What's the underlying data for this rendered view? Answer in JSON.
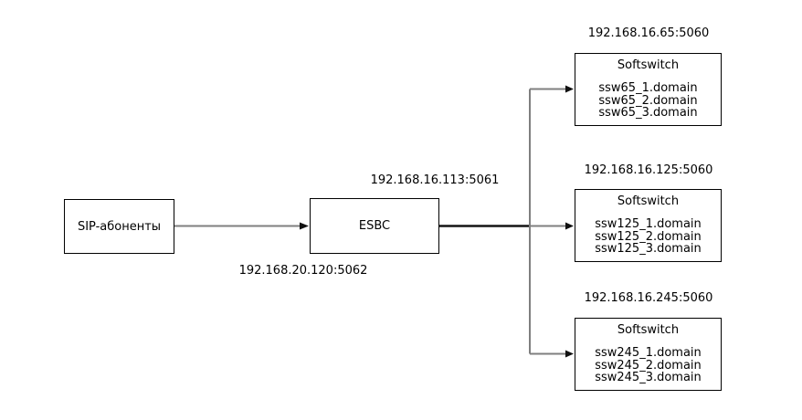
{
  "diagram": {
    "client": {
      "label": "SIP-абоненты"
    },
    "esbc": {
      "label": "ESBC",
      "address_top": "192.168.16.113:5061",
      "address_bottom": "192.168.20.120:5062"
    },
    "softswitches": [
      {
        "address": "192.168.16.65:5060",
        "title": "Softswitch",
        "domains": [
          "ssw65_1.domain",
          "ssw65_2.domain",
          "ssw65_3.domain"
        ]
      },
      {
        "address": "192.168.16.125:5060",
        "title": "Softswitch",
        "domains": [
          "ssw125_1.domain",
          "ssw125_2.domain",
          "ssw125_3.domain"
        ]
      },
      {
        "address": "192.168.16.245:5060",
        "title": "Softswitch",
        "domains": [
          "ssw245_1.domain",
          "ssw245_2.domain",
          "ssw245_3.domain"
        ]
      }
    ],
    "colors": {
      "background": "#ffffff",
      "box_border": "#000000",
      "line_gray": "#7f7f7f",
      "line_black": "#141414",
      "arrowhead": "#111111",
      "text": "#000000"
    }
  }
}
